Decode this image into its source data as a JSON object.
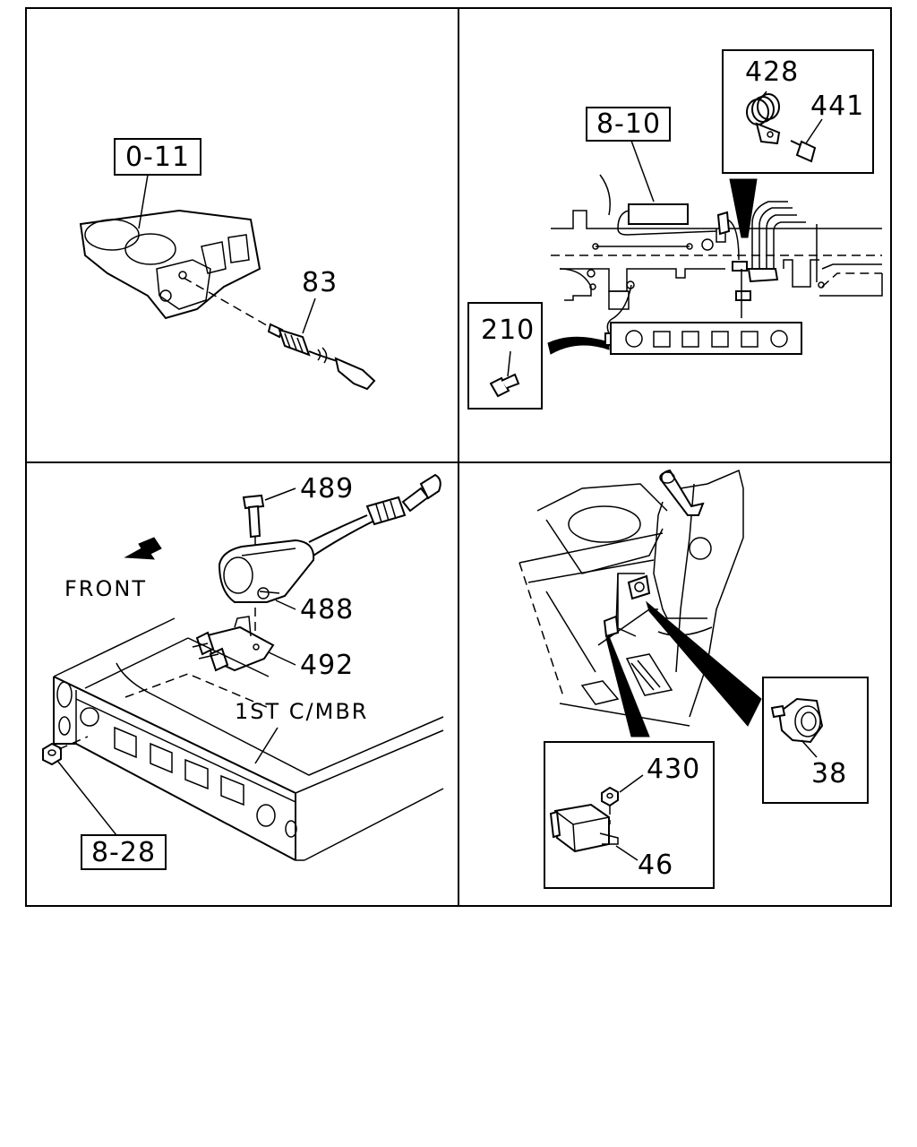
{
  "labels": {
    "ref_0_11": "0-11",
    "part_83": "83",
    "ref_8_10": "8-10",
    "part_428": "428",
    "part_441": "441",
    "part_210": "210",
    "part_489": "489",
    "part_488": "488",
    "part_492": "492",
    "front": "FRONT",
    "first_cmbr": "1ST C/MBR",
    "ref_8_28": "8-28",
    "part_430": "430",
    "part_46": "46",
    "part_38": "38"
  }
}
